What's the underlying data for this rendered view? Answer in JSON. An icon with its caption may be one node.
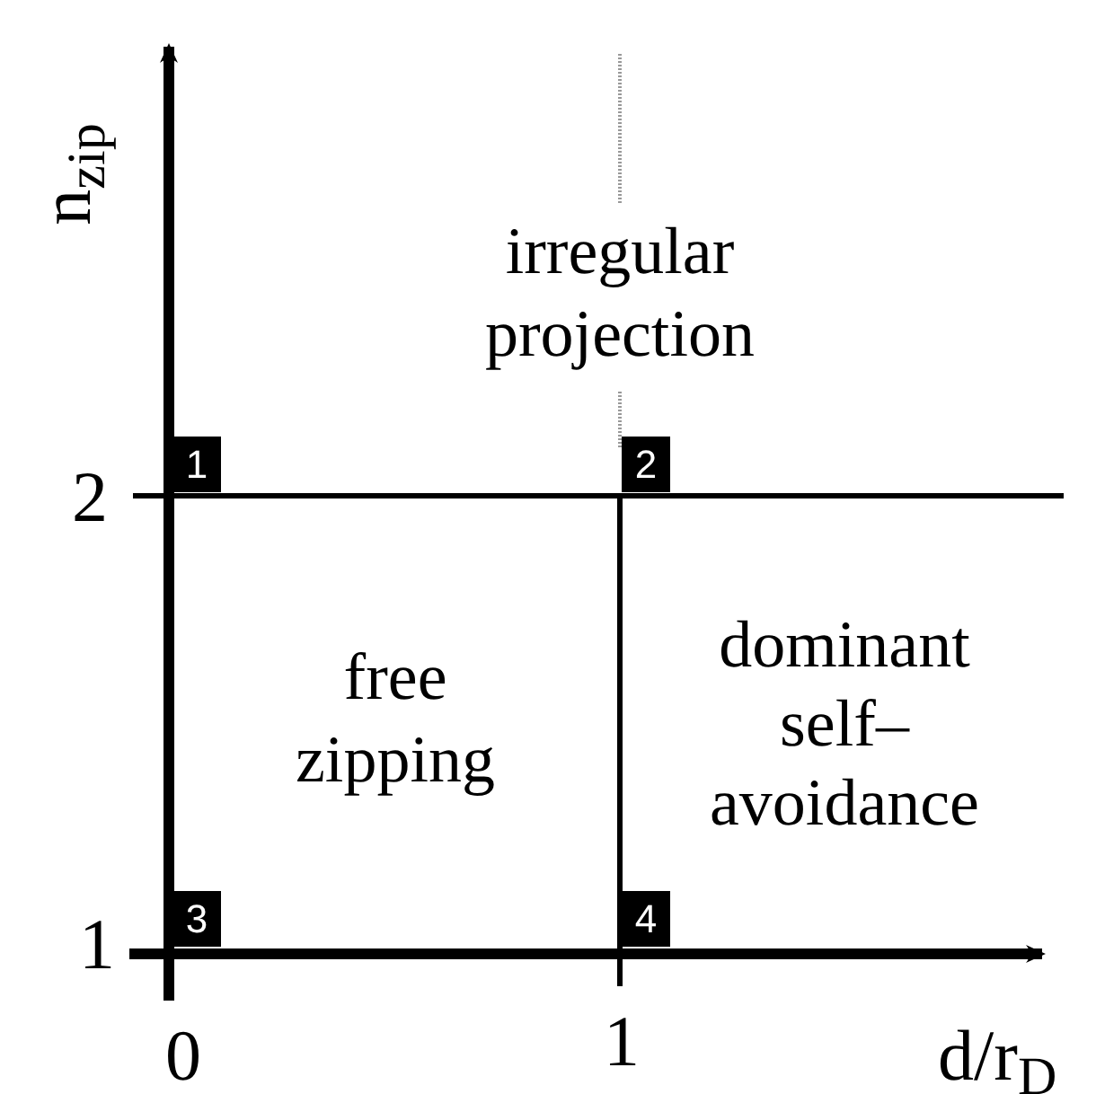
{
  "diagram": {
    "nodes": [
      {
        "text": [
          "1"
        ]
      },
      {
        "text": [
          "2"
        ]
      },
      {
        "text": [
          "3"
        ]
      },
      {
        "text": [
          "4"
        ]
      }
    ],
    "labels": [
      "n$_{zip}$",
      "irregular projection",
      "2",
      "free zipping",
      "dominant self– avoidance",
      "1",
      "0",
      "1",
      "d/r$_{D}$"
    ]
  }
}
